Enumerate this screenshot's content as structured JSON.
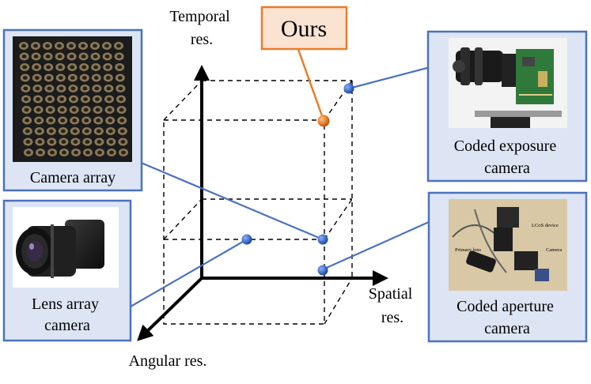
{
  "axes": {
    "temporal": [
      "Temporal",
      "res."
    ],
    "spatial": [
      "Spatial",
      "res."
    ],
    "angular": [
      "Angular res."
    ]
  },
  "highlight": {
    "label": "Ours",
    "color": "#e87d2a"
  },
  "panels": {
    "camera_array": {
      "caption": [
        "Camera array"
      ]
    },
    "coded_exposure": {
      "caption": [
        "Coded exposure",
        "camera"
      ]
    },
    "lens_array": {
      "caption": [
        "Lens array",
        "camera"
      ]
    },
    "coded_aperture": {
      "caption": [
        "Coded aperture",
        "camera"
      ],
      "photo_labels": {
        "device": "LCoS device",
        "lens": "Primary lens",
        "camera": "Camera"
      }
    }
  },
  "colors": {
    "panel_border": "#4a72c0",
    "panel_fill": "#dde5f4",
    "point": "#3f6fd0",
    "link": "#4a72c0"
  }
}
